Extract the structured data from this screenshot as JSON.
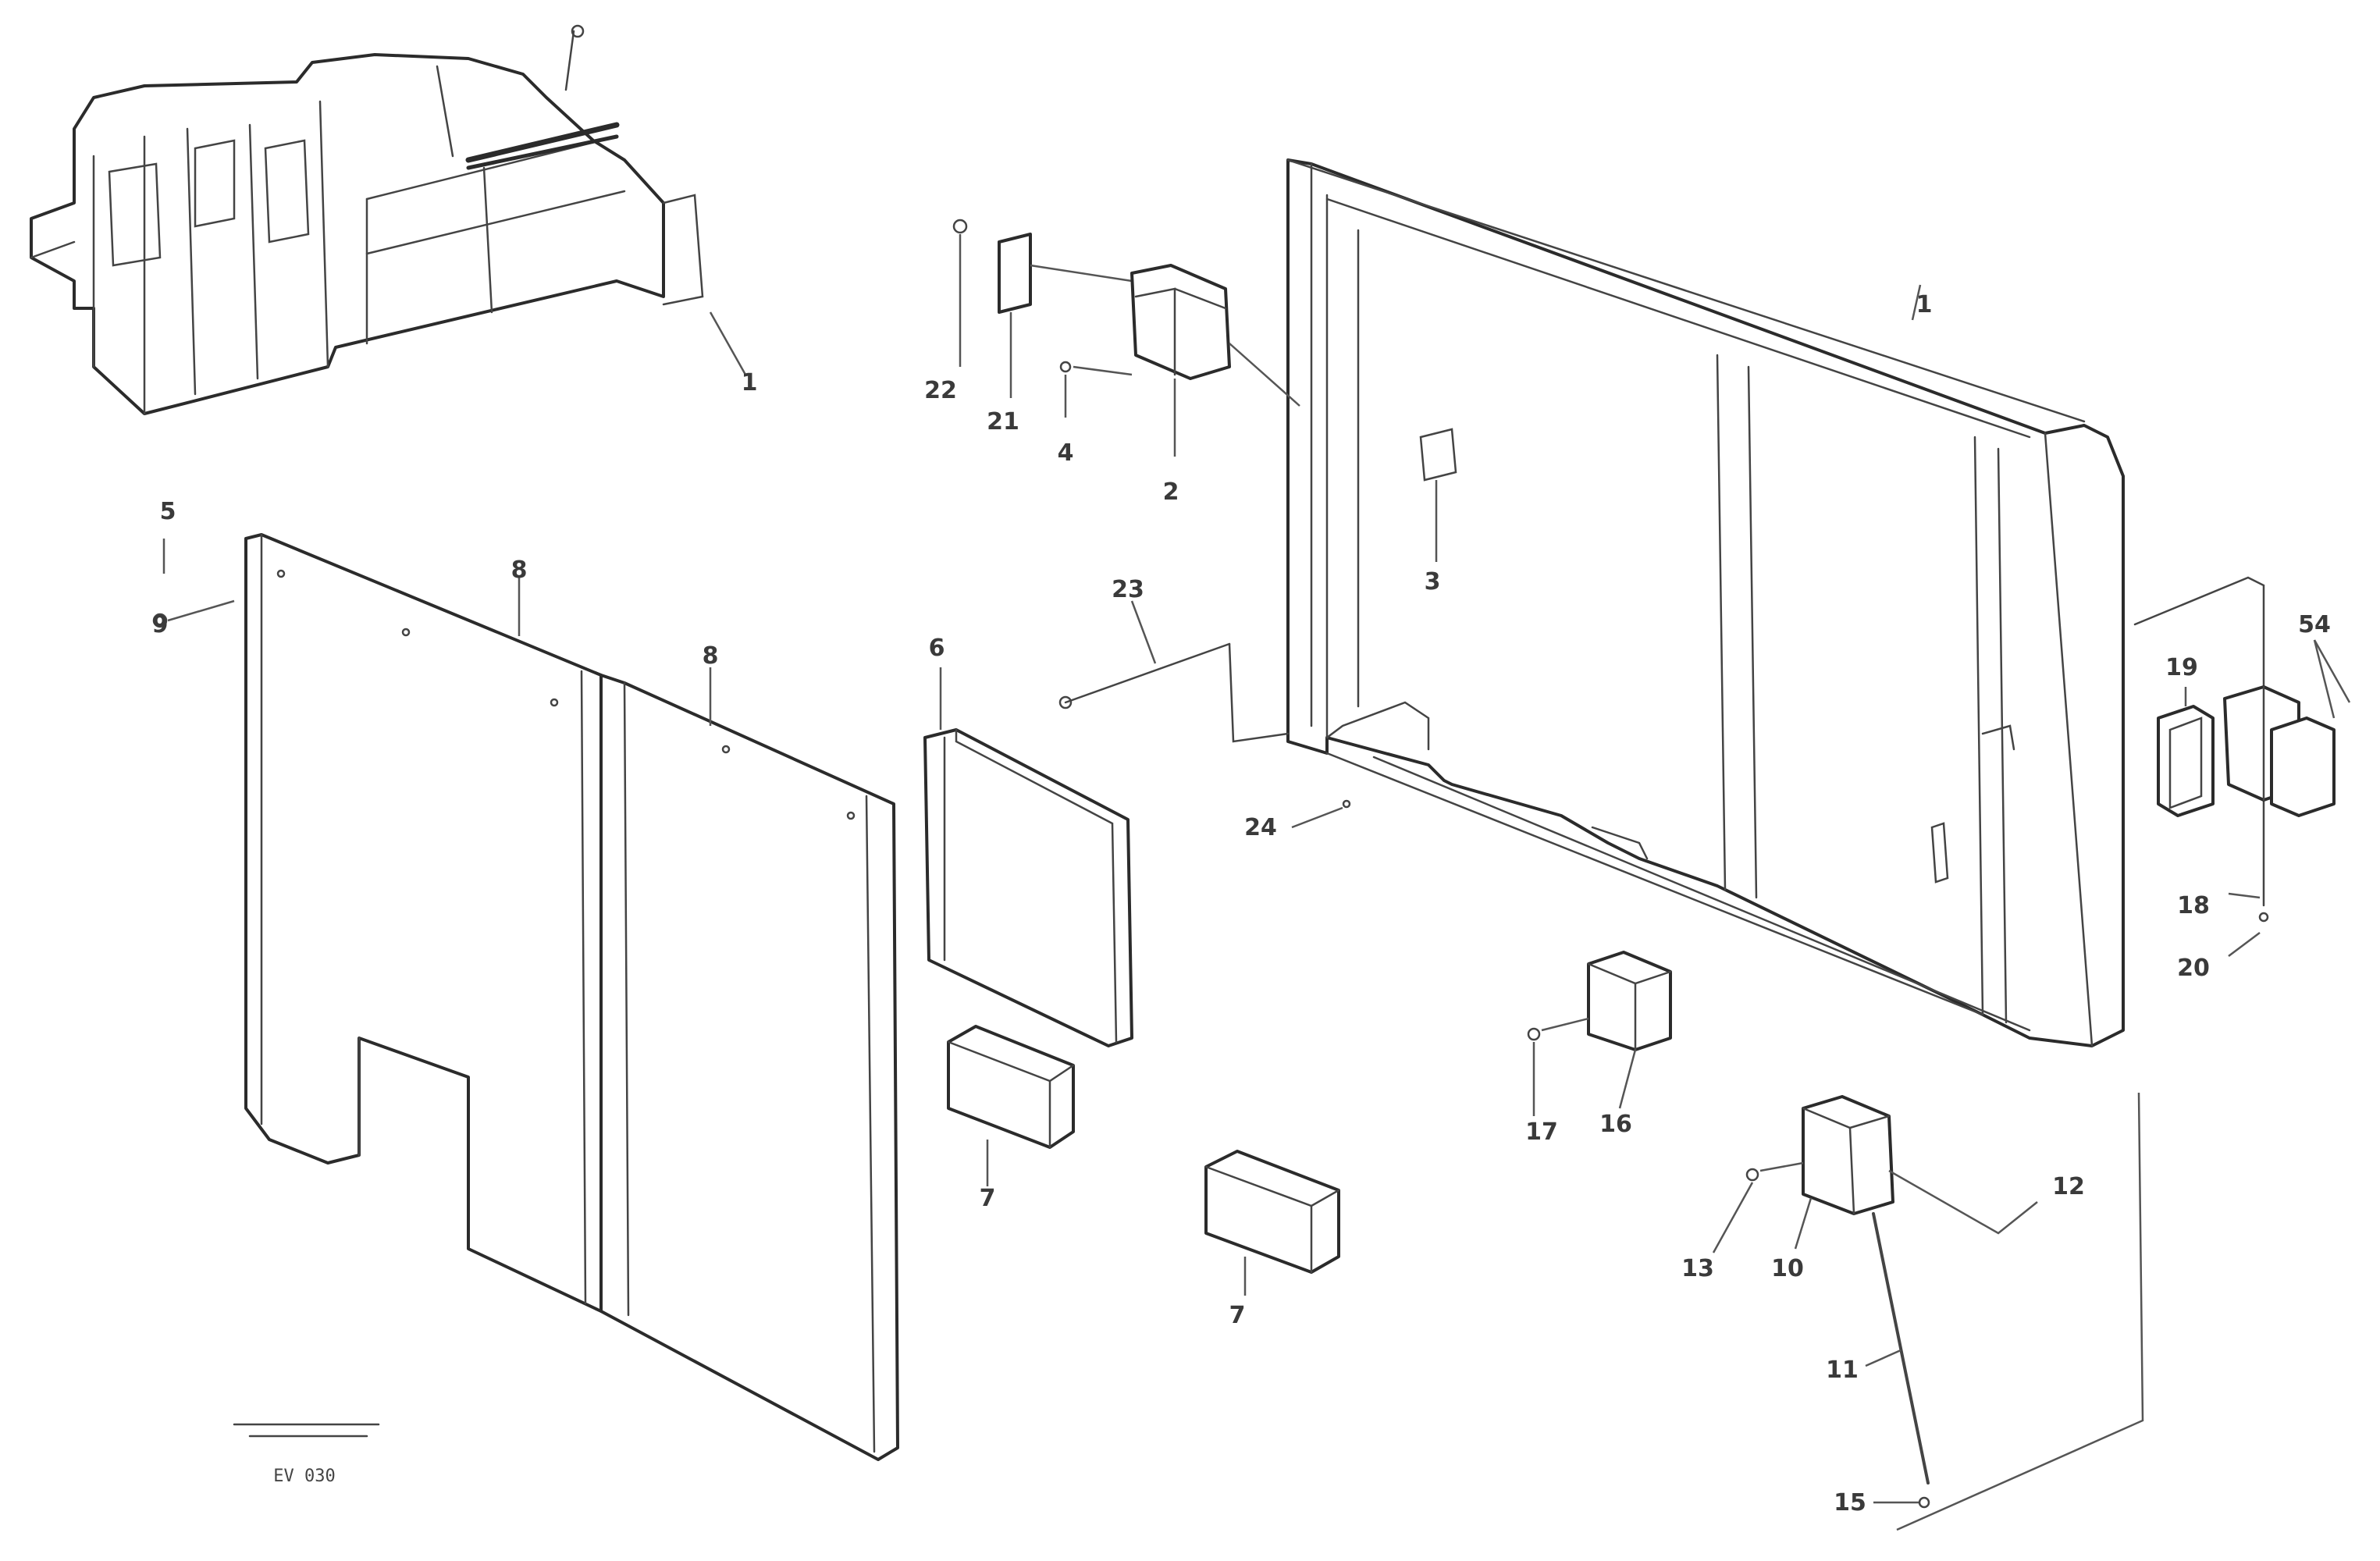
{
  "labels": [
    {
      "id": "1a",
      "text": "1"
    },
    {
      "id": "1b",
      "text": "1"
    },
    {
      "id": "2",
      "text": "2"
    },
    {
      "id": "3",
      "text": "3"
    },
    {
      "id": "4",
      "text": "4"
    },
    {
      "id": "5",
      "text": "5"
    },
    {
      "id": "6",
      "text": "6"
    },
    {
      "id": "7a",
      "text": "7"
    },
    {
      "id": "7b",
      "text": "7"
    },
    {
      "id": "8a",
      "text": "8"
    },
    {
      "id": "8b",
      "text": "8"
    },
    {
      "id": "9",
      "text": "9"
    },
    {
      "id": "10",
      "text": "10"
    },
    {
      "id": "11",
      "text": "11"
    },
    {
      "id": "12",
      "text": "12"
    },
    {
      "id": "13",
      "text": "13"
    },
    {
      "id": "15",
      "text": "15"
    },
    {
      "id": "16",
      "text": "16"
    },
    {
      "id": "17",
      "text": "17"
    },
    {
      "id": "18",
      "text": "18"
    },
    {
      "id": "19",
      "text": "19"
    },
    {
      "id": "20",
      "text": "20"
    },
    {
      "id": "21",
      "text": "21"
    },
    {
      "id": "22",
      "text": "22"
    },
    {
      "id": "23",
      "text": "23"
    },
    {
      "id": "24",
      "text": "24"
    },
    {
      "id": "54",
      "text": "54"
    }
  ],
  "stamp": "EV 030"
}
